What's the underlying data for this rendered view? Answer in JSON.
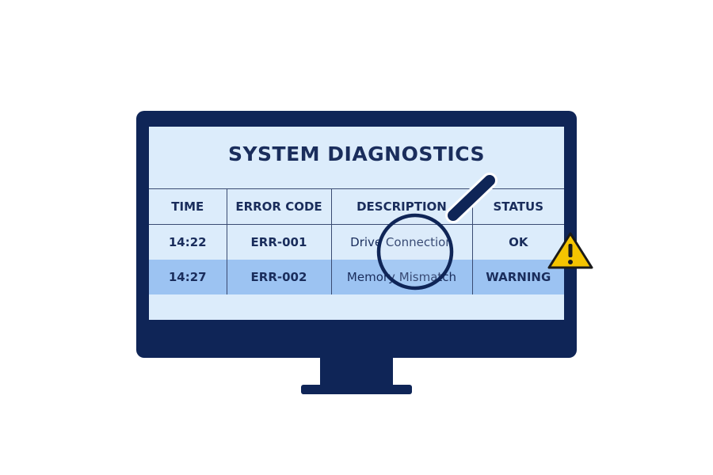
{
  "screen": {
    "title": "SYSTEM DIAGNOSTICS"
  },
  "table": {
    "headers": [
      "TIME",
      "ERROR CODE",
      "DESCRIPTION",
      "STATUS"
    ],
    "rows": [
      {
        "time": "14:22",
        "code": "ERR-001",
        "description": "Drive Connection",
        "status": "OK"
      },
      {
        "time": "14:27",
        "code": "ERR-002",
        "description": "Memory Mismatch",
        "status": "WARNING"
      }
    ]
  },
  "icons": {
    "magnifier": "magnifying-glass-icon",
    "warning": "warning-triangle-icon"
  },
  "colors": {
    "monitor": "#0f2557",
    "screen": "#dcecfb",
    "highlight_row": "#9cc3f2",
    "text": "#1a2d5c",
    "warning": "#f5c400"
  }
}
